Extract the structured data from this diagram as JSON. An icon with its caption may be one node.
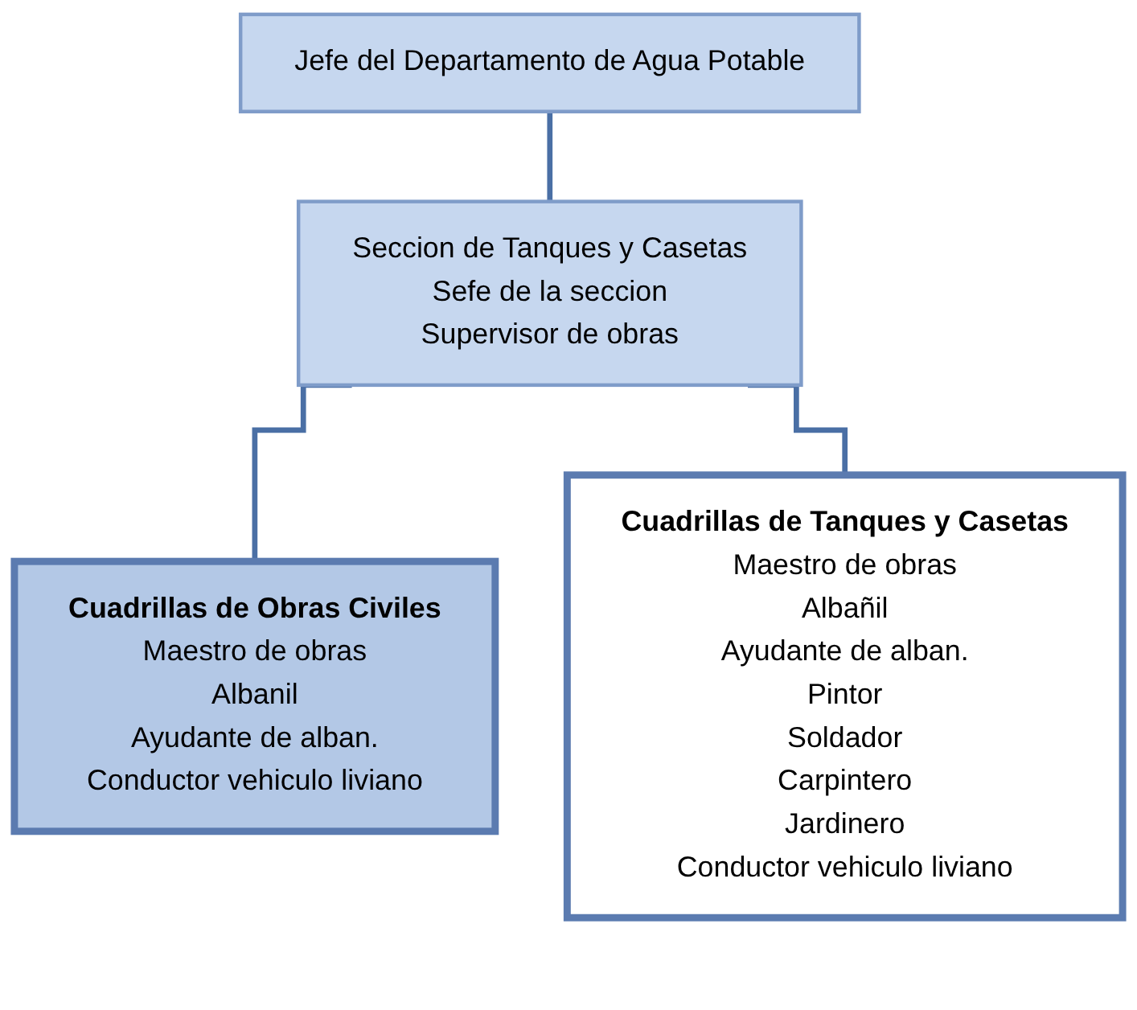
{
  "diagram": {
    "nodes": [
      {
        "text": [
          "Jefe del Departamento de Agua Potable"
        ]
      },
      {
        "text": [
          "Seccion de Tanques y Casetas",
          "Sefe de la seccion",
          "Supervisor de obras"
        ]
      },
      {
        "text": [
          "Cuadrillas de Obras Civiles",
          "Maestro de obras",
          "Albanil",
          "Ayudante de alban.",
          "Conductor vehiculo liviano"
        ]
      },
      {
        "text": [
          "Cuadrillas de Tanques y Casetas",
          "Maestro de obras",
          "Albañil",
          "Ayudante de alban.",
          "Pintor",
          "Soldador",
          "Carpintero",
          "Jardinero",
          "Conductor vehiculo liviano"
        ]
      }
    ],
    "edges": [
      {
        "from": 0,
        "to": 1,
        "arrow": "none"
      },
      {
        "from": 1,
        "to": 2,
        "arrow": "none"
      },
      {
        "from": 1,
        "to": 3,
        "arrow": "none"
      }
    ]
  }
}
